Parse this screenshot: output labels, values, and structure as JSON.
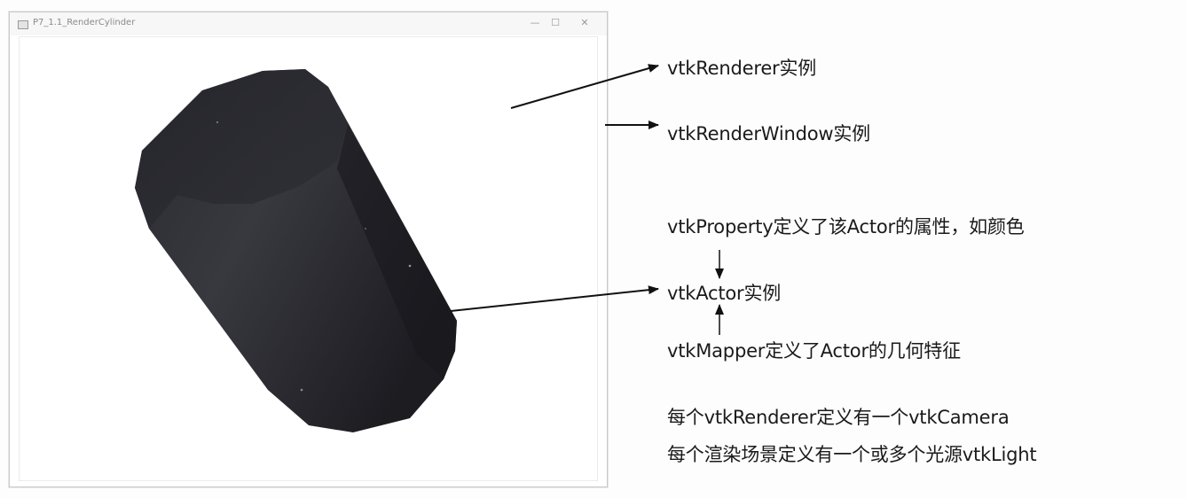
{
  "window": {
    "title": "P7_1.1_RenderCylinder",
    "min_glyph": "—",
    "max_glyph": "☐",
    "close_glyph": "✕"
  },
  "annotations": {
    "renderer": "vtkRenderer实例",
    "render_window": "vtkRenderWindow实例",
    "property": "vtkProperty定义了该Actor的属性，如颜色",
    "actor": "vtkActor实例",
    "mapper": "vtkMapper定义了Actor的几何特征",
    "camera_note": "每个vtkRenderer定义有一个vtkCamera",
    "light_note": "每个渲染场景定义有一个或多个光源vtkLight"
  },
  "colors": {
    "cylinder_dark": "#1f1f24",
    "cylinder_mid": "#35353c",
    "arrow": "#111111"
  }
}
